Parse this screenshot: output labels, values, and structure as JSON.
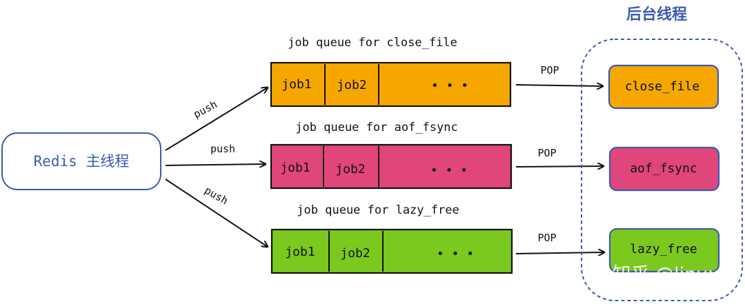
{
  "main_thread": {
    "label": "Redis 主线程"
  },
  "background_title": "后台线程",
  "push_label": "push",
  "pop_label": "POP",
  "queues": [
    {
      "title": "job queue for close_file",
      "job1": "job1",
      "job2": "job2",
      "more": "• • •",
      "worker": "close_file",
      "color": "#f5a700"
    },
    {
      "title": "job queue for aof_fsync",
      "job1": "job1",
      "job2": "job2",
      "more": "• • •",
      "worker": "aof_fsync",
      "color": "#e0457b"
    },
    {
      "title": "job queue for lazy_free",
      "job1": "job1",
      "job2": "job2",
      "more": "• • •",
      "worker": "lazy_free",
      "color": "#7bc81e"
    }
  ],
  "watermark": "知乎 @linux",
  "colors": {
    "accent_blue": "#3b5bb0",
    "stroke": "#111111"
  }
}
